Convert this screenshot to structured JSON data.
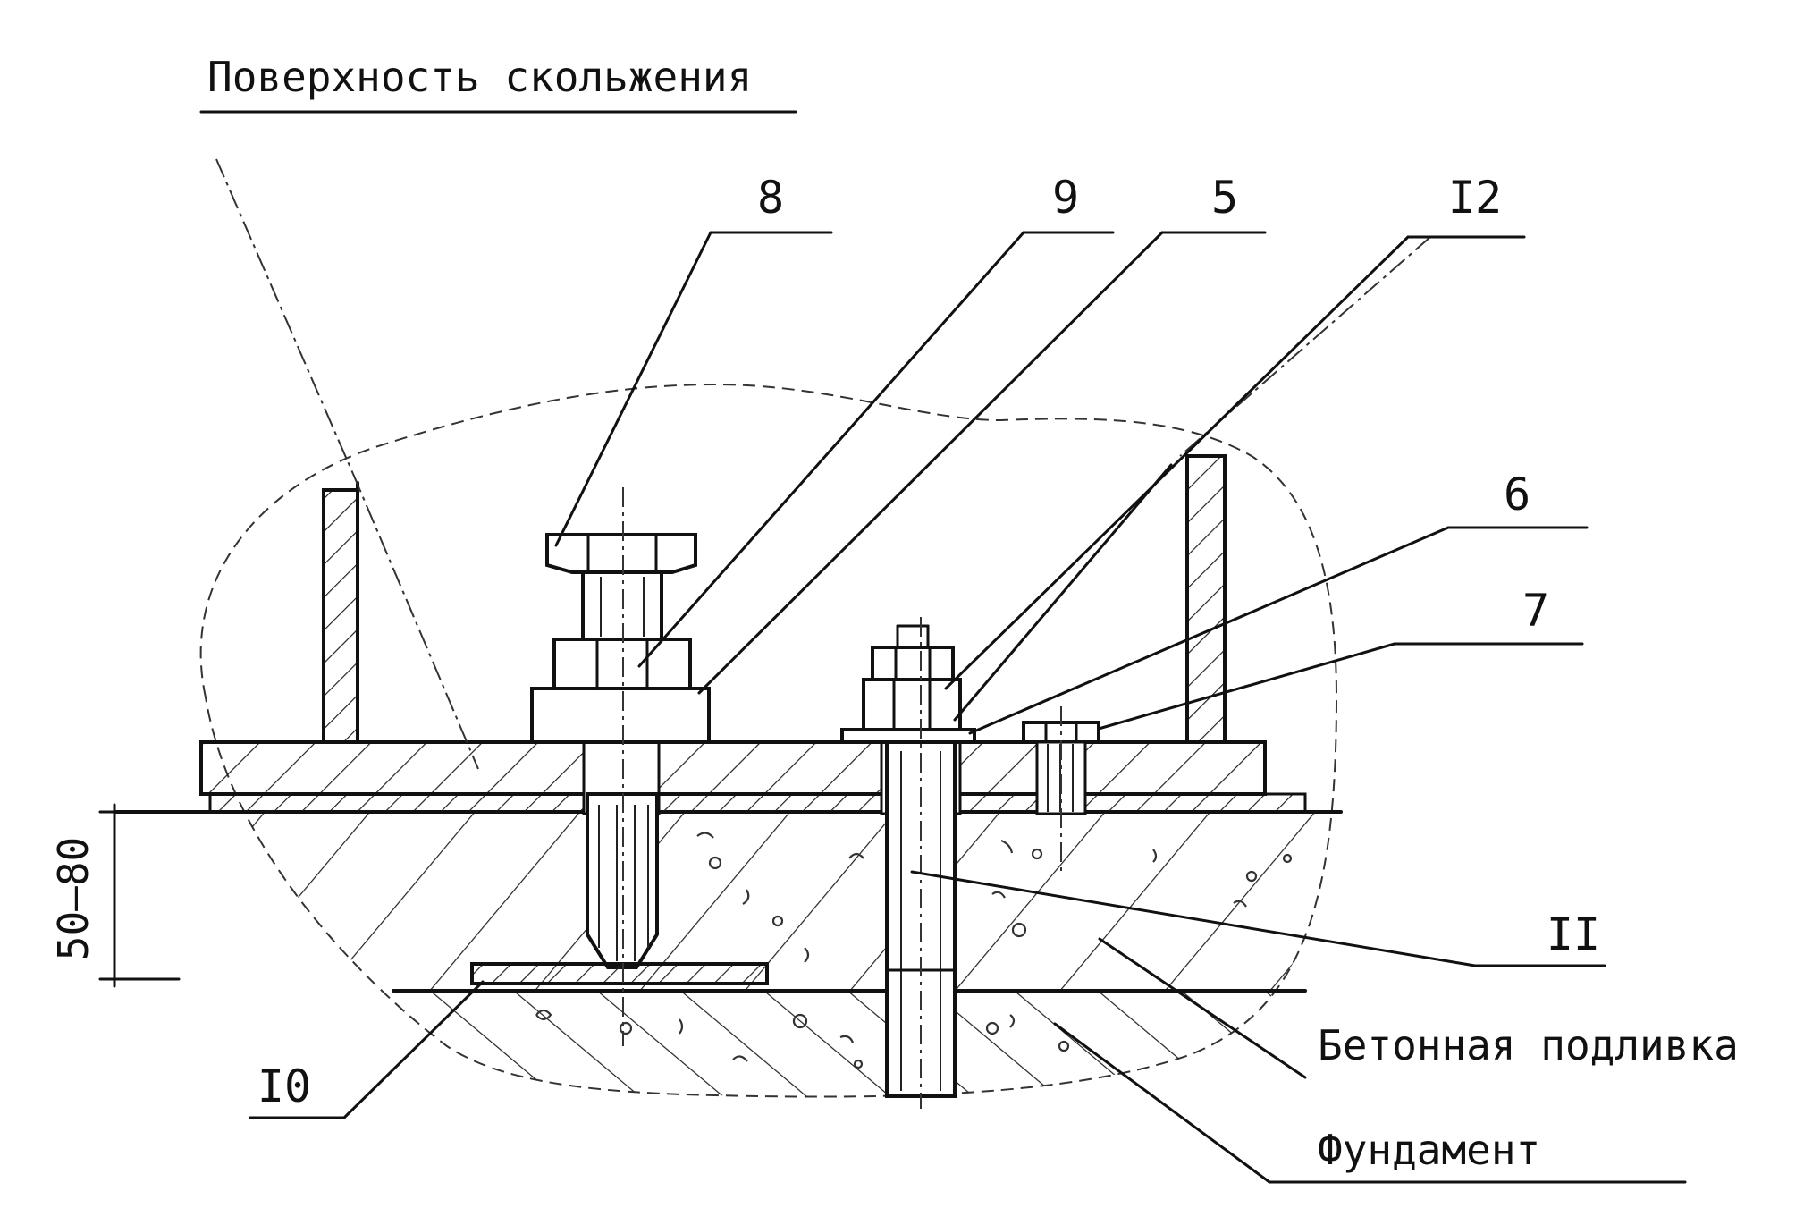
{
  "drawing": {
    "caption_top": "Поверхность скольжения",
    "callouts": {
      "n8": "8",
      "n9": "9",
      "n5": "5",
      "n12": "I2",
      "n6": "6",
      "n7": "7",
      "n11": "II",
      "n10": "I0"
    },
    "captions": {
      "grout": "Бетонная подливка",
      "foundation": "Фундамент"
    },
    "dimension": "50–80"
  }
}
